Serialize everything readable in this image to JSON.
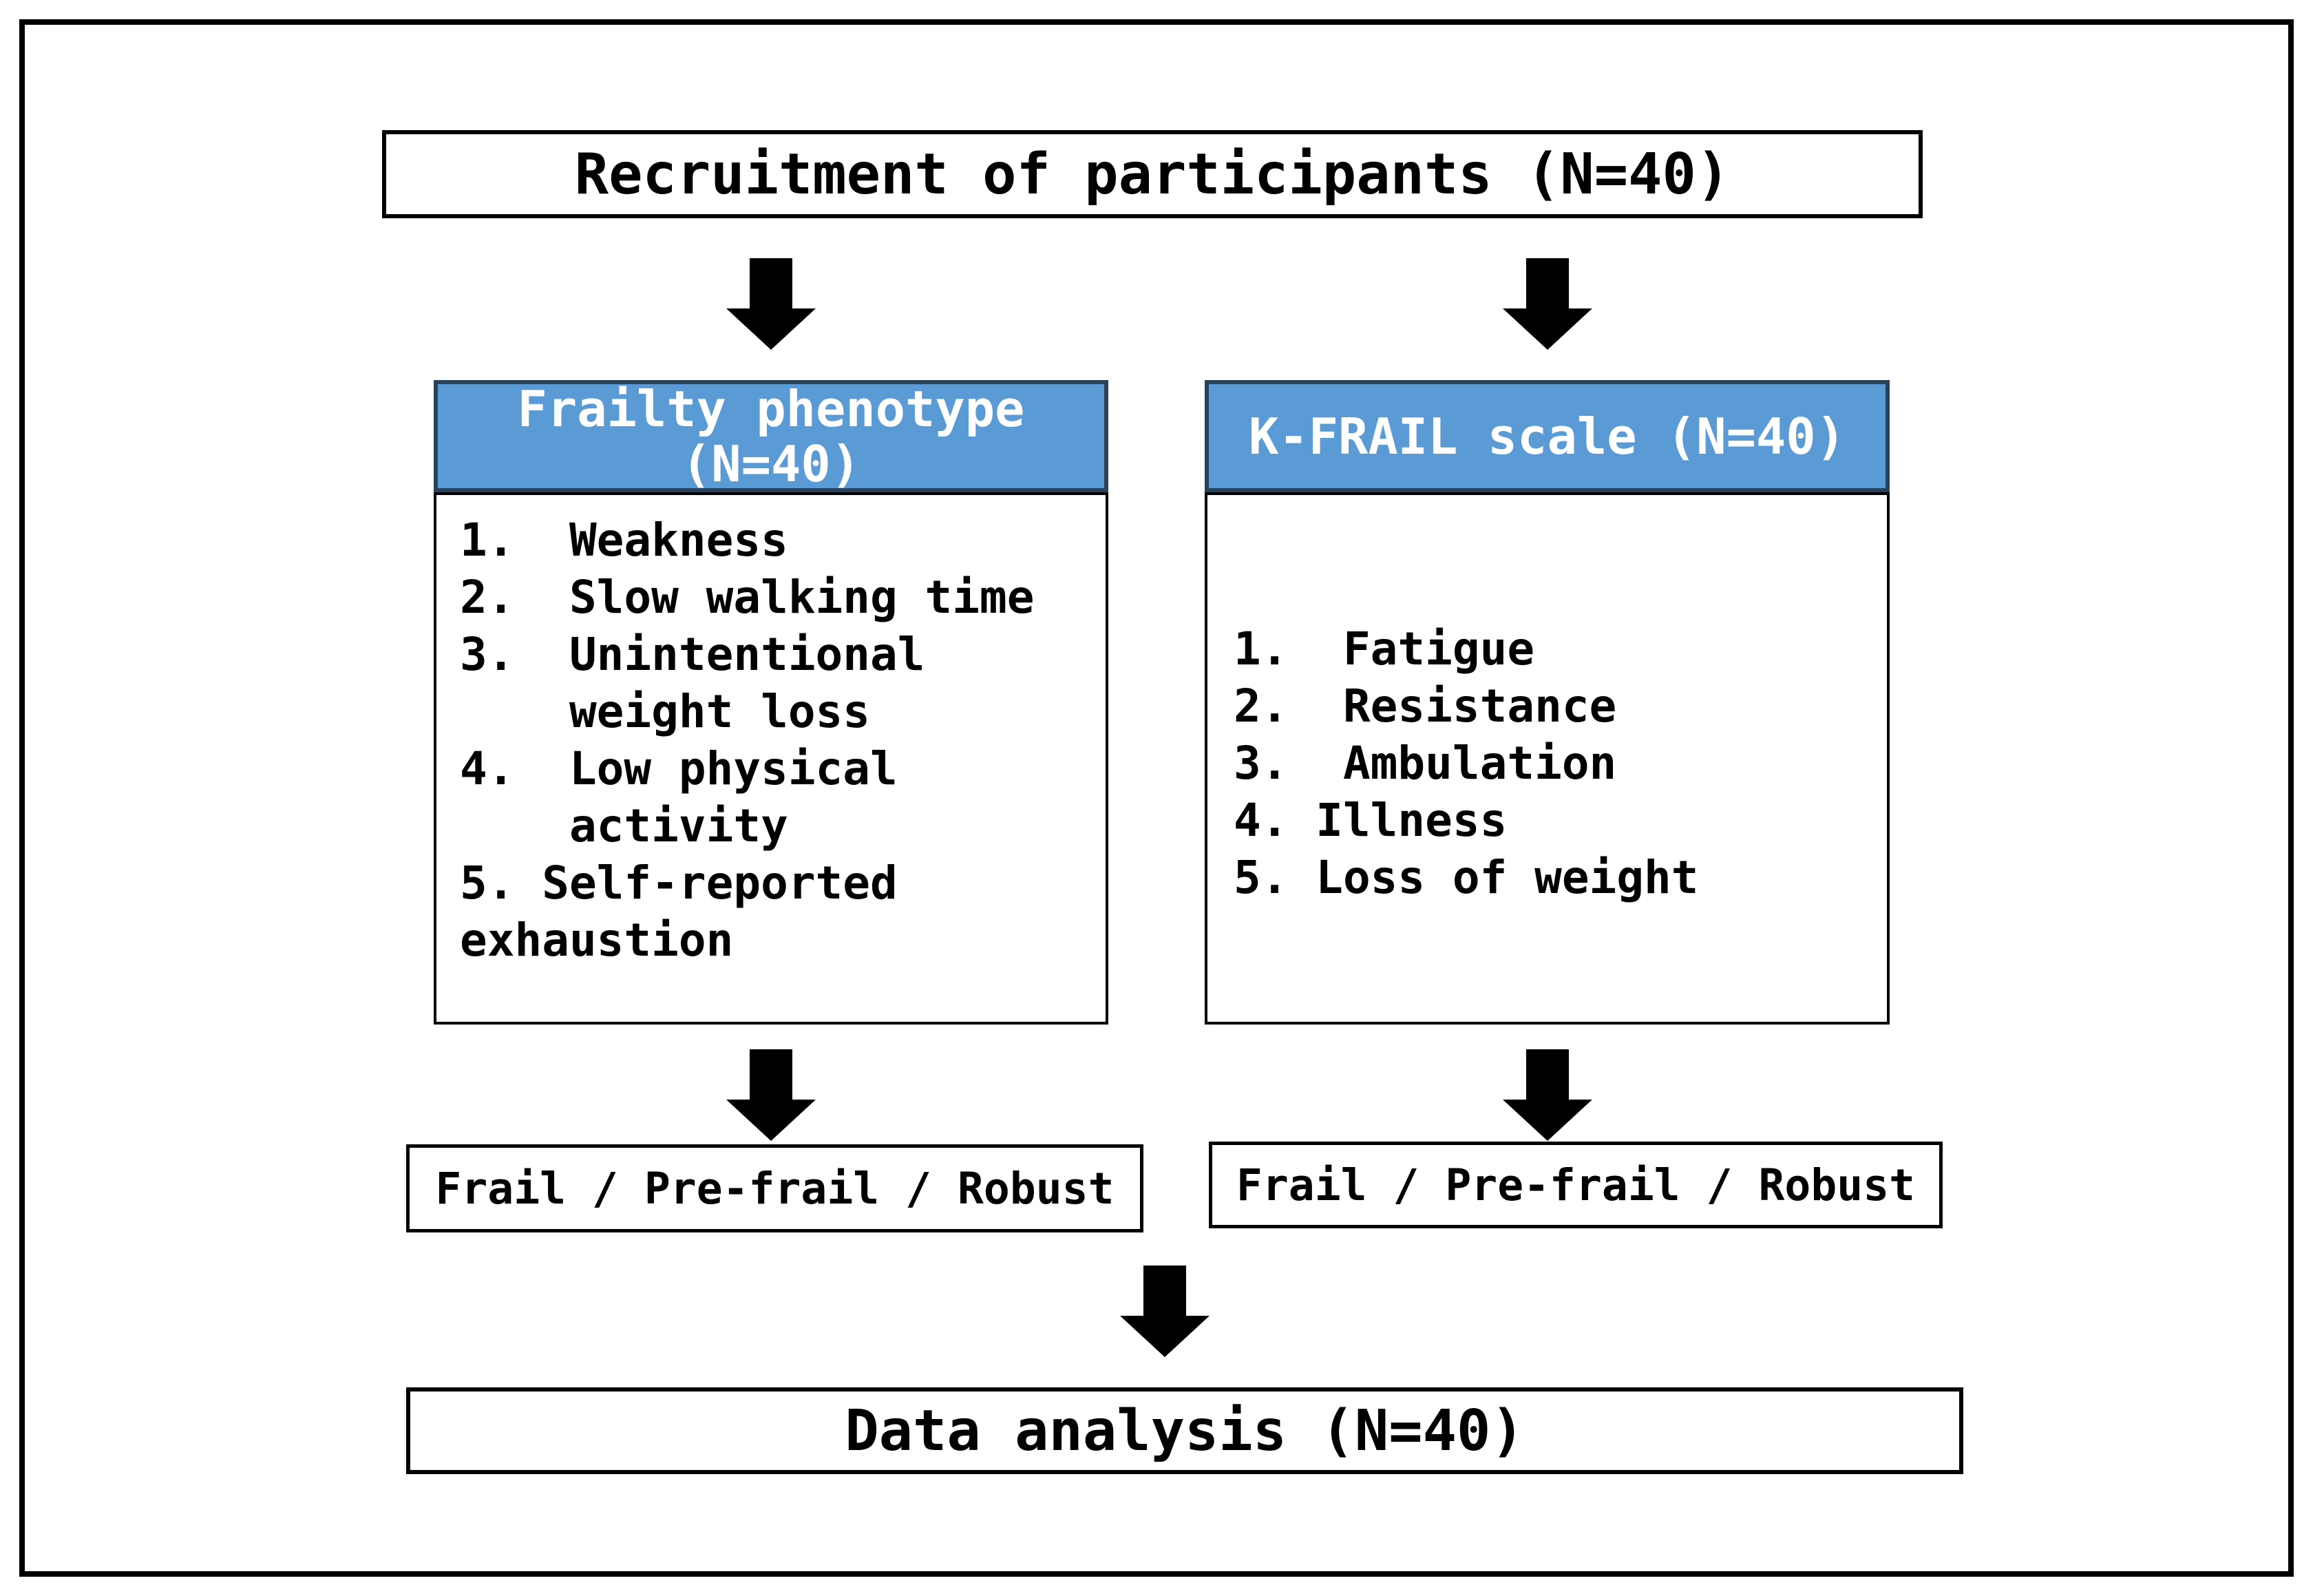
{
  "figure": {
    "type": "flowchart",
    "top_box": "Recruitment of participants (N=40)",
    "branches": {
      "left": {
        "header_line1": "Frailty phenotype",
        "header_line2": "(N=40)",
        "criteria": [
          "1.  Weakness",
          "2.  Slow walking time",
          "3.  Unintentional",
          "    weight loss",
          "4.  Low physical",
          "    activity",
          "5. Self-reported",
          "exhaustion"
        ],
        "result": "Frail / Pre-frail / Robust"
      },
      "right": {
        "header_line1": "K-FRAIL scale (N=40)",
        "criteria": [
          "1.  Fatigue",
          "2.  Resistance",
          "3.  Ambulation",
          "4. Illness",
          "5. Loss of weight"
        ],
        "result": "Frail / Pre-frail / Robust"
      }
    },
    "bottom_box": "Data analysis (N=40)",
    "icons": {
      "arrow": "down-arrow"
    },
    "colors": {
      "header_fill": "#5B9BD5",
      "header_border": "#2B4156",
      "header_text": "#FFFFFF",
      "box_border": "#000000",
      "text": "#000000",
      "background": "#FFFFFF",
      "arrow": "#000000"
    }
  }
}
